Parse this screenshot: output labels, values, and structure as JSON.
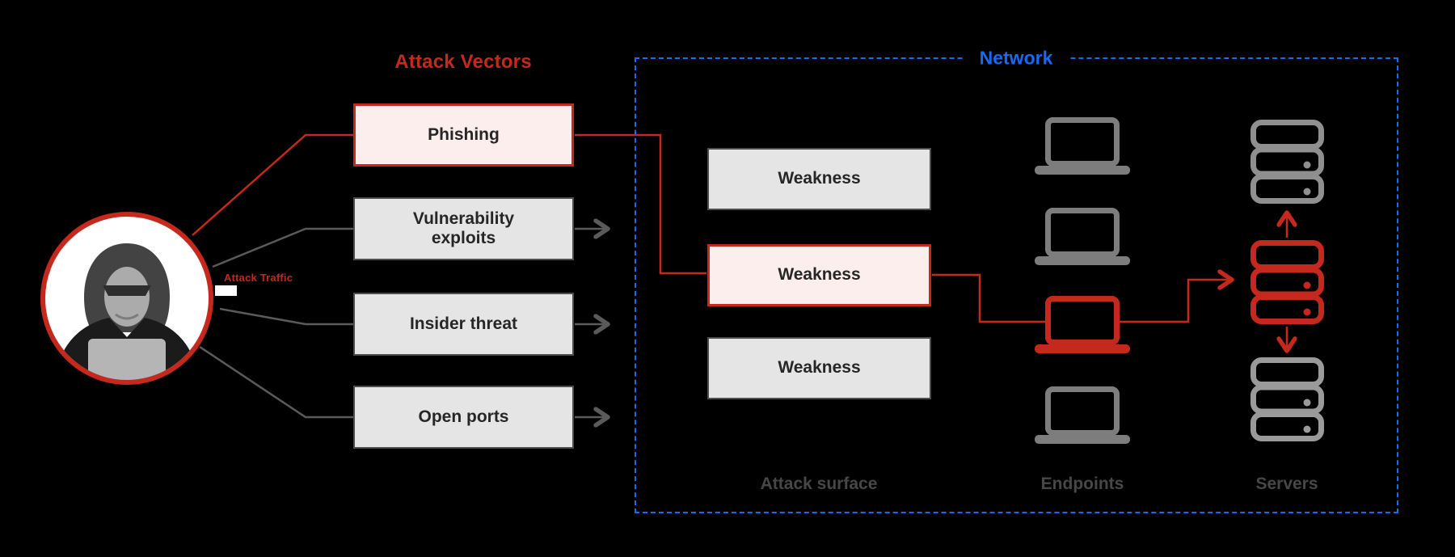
{
  "colors": {
    "accent_red": "#c5281c",
    "accent_blue": "#176af3",
    "highlight_fill": "#fceeec",
    "box_fill": "#e5e5e5"
  },
  "attacker": {
    "traffic_label": "Attack Traffic"
  },
  "vectors": {
    "title": "Attack Vectors",
    "items": {
      "phishing": "Phishing",
      "vuln": "Vulnerability exploits",
      "insider": "Insider threat",
      "ports": "Open ports"
    },
    "highlighted_item": "Phishing"
  },
  "network": {
    "label": "Network",
    "weakness": {
      "w1": "Weakness",
      "w2": "Weakness",
      "w3": "Weakness"
    },
    "highlighted_weakness_index": 2,
    "columns": {
      "attack_surface": "Attack surface",
      "endpoints": "Endpoints",
      "servers": "Servers"
    },
    "endpoint_count": 4,
    "compromised_endpoint_index": 3,
    "server_count": 3,
    "compromised_server_index": 2
  }
}
